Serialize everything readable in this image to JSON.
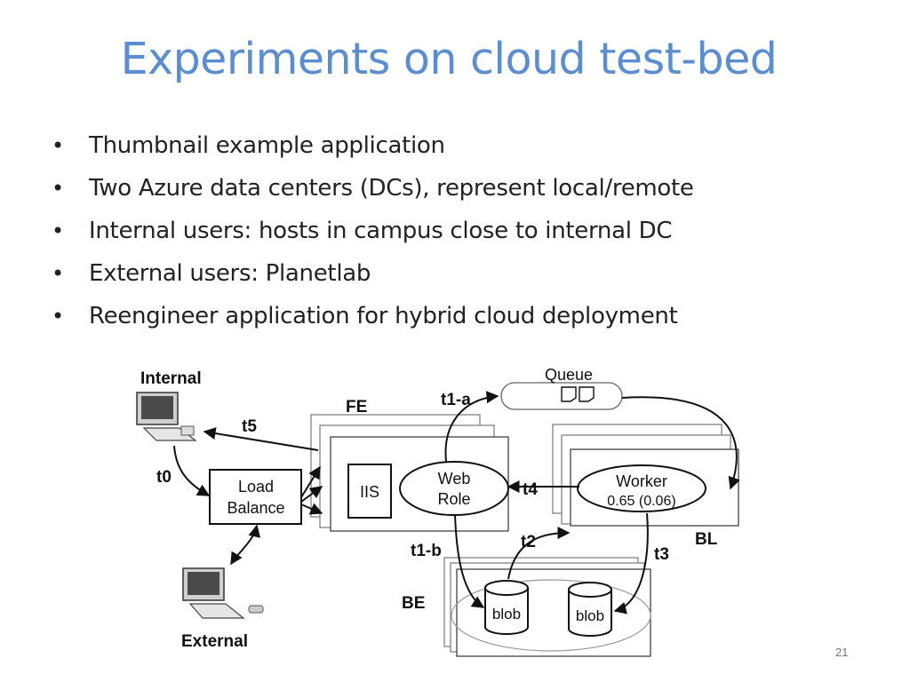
{
  "title": "Experiments on cloud test-bed",
  "bullets": [
    "Thumbnail example application",
    "Two Azure data centers (DCs), represent local/remote",
    "Internal users: hosts in campus close to internal DC",
    "External users: Planetlab",
    "Reengineer application for hybrid cloud deployment"
  ],
  "diagram": {
    "internal": "Internal",
    "external": "External",
    "load_balance_line1": "Load",
    "load_balance_line2": "Balance",
    "fe": "FE",
    "be": "BE",
    "bl": "BL",
    "iis": "IIS",
    "web_role_line1": "Web",
    "web_role_line2": "Role",
    "worker_line1": "Worker",
    "worker_line2": "0.65 (0.06)",
    "queue": "Queue",
    "blob1": "blob",
    "blob2": "blob",
    "t0": "t0",
    "t1a": "t1-a",
    "t1b": "t1-b",
    "t2": "t2",
    "t3": "t3",
    "t4": "t4",
    "t5": "t5"
  },
  "page_number": "21"
}
